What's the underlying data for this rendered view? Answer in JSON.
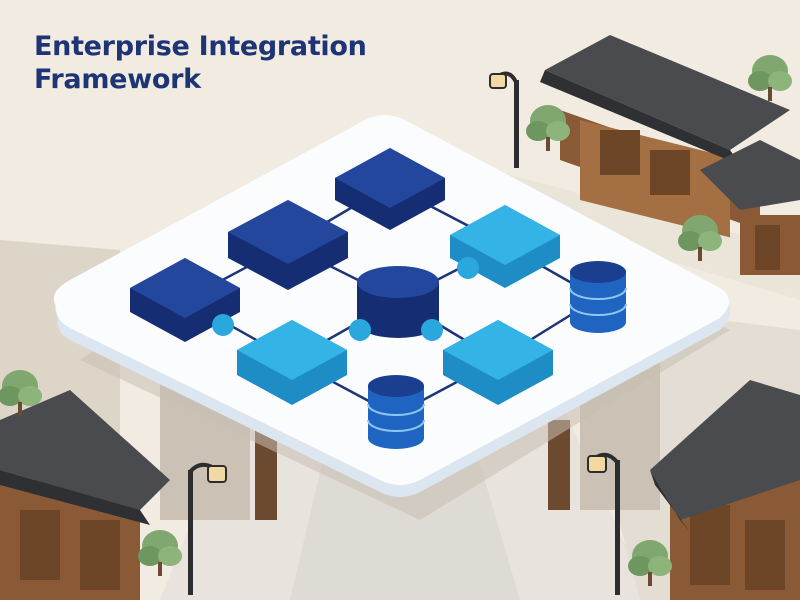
{
  "title": {
    "line1": "Enterprise Integration",
    "line2": "Framework"
  },
  "palette": {
    "background": "#f1ebe1",
    "platform": "#fbfcfe",
    "platform_edge": "#dce6f1",
    "navy_block": "#1d3f91",
    "cyan_block": "#2aa7dc",
    "database": "#1f64c0",
    "connector": "#1d3475",
    "roof": "#4a4b4f",
    "wood": "#8a5a36",
    "tree": "#7fa76f"
  },
  "diagram": {
    "node_types": [
      "navy-block",
      "cyan-block",
      "database-cylinder",
      "connector-dot"
    ]
  }
}
